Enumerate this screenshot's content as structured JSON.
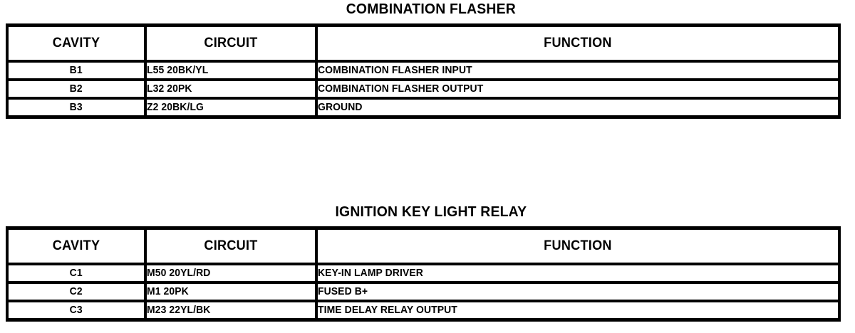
{
  "page": {
    "background_color": "#ffffff",
    "text_color": "#000000",
    "border_color": "#000000"
  },
  "tables": [
    {
      "title": "COMBINATION FLASHER",
      "columns": [
        "CAVITY",
        "CIRCUIT",
        "FUNCTION"
      ],
      "rows": [
        {
          "cavity": "B1",
          "circuit": "L55 20BK/YL",
          "function": "COMBINATION FLASHER INPUT"
        },
        {
          "cavity": "B2",
          "circuit": "L32 20PK",
          "function": "COMBINATION FLASHER OUTPUT"
        },
        {
          "cavity": "B3",
          "circuit": "Z2 20BK/LG",
          "function": "GROUND"
        }
      ]
    },
    {
      "title": "IGNITION KEY LIGHT RELAY",
      "columns": [
        "CAVITY",
        "CIRCUIT",
        "FUNCTION"
      ],
      "rows": [
        {
          "cavity": "C1",
          "circuit": "M50 20YL/RD",
          "function": "KEY-IN LAMP DRIVER"
        },
        {
          "cavity": "C2",
          "circuit": "M1 20PK",
          "function": "FUSED B+"
        },
        {
          "cavity": "C3",
          "circuit": "M23 22YL/BK",
          "function": "TIME DELAY RELAY OUTPUT"
        }
      ]
    }
  ]
}
